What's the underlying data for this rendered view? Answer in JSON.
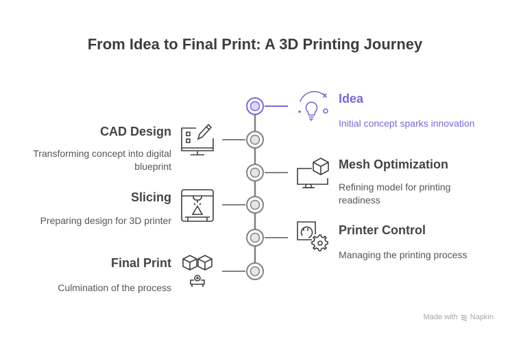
{
  "title": "From Idea to Final Print: A 3D Printing Journey",
  "accent_color": "#7b67d6",
  "steps": [
    {
      "id": "idea",
      "side": "right",
      "title": "Idea",
      "desc": "Initial concept sparks innovation",
      "icon": "lightbulb-icon",
      "highlight": true
    },
    {
      "id": "cad",
      "side": "left",
      "title": "CAD Design",
      "desc": "Transforming concept into digital blueprint",
      "icon": "monitor-pencil-icon",
      "highlight": false
    },
    {
      "id": "mesh",
      "side": "right",
      "title": "Mesh Optimization",
      "desc": "Refining model for printing readiness",
      "icon": "monitor-cube-icon",
      "highlight": false
    },
    {
      "id": "slicing",
      "side": "left",
      "title": "Slicing",
      "desc": "Preparing design for 3D printer",
      "icon": "3d-printer-icon",
      "highlight": false
    },
    {
      "id": "control",
      "side": "right",
      "title": "Printer Control",
      "desc": "Managing the printing process",
      "icon": "socket-gear-icon",
      "highlight": false
    },
    {
      "id": "final",
      "side": "left",
      "title": "Final Print",
      "desc": "Culmination of the process",
      "icon": "cubes-projector-icon",
      "highlight": false
    }
  ],
  "footer": {
    "made_with": "Made with",
    "brand": "Napkin"
  }
}
